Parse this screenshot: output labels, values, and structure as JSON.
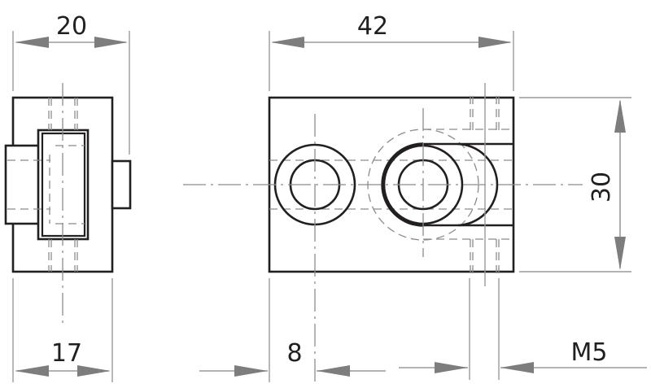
{
  "drawing": {
    "type": "technical-drawing",
    "views": [
      "side-view",
      "front-view"
    ],
    "colors": {
      "object_line": "#231f20",
      "dimension_line": "#9a9a9a",
      "arrow": "#7d7d7d",
      "hidden_line": "#8c8c8c"
    }
  },
  "dimensions": {
    "side_width_top": "20",
    "side_width_bottom": "17",
    "front_width": "42",
    "front_height": "30",
    "hole_offset": "8",
    "thread": "M5"
  }
}
